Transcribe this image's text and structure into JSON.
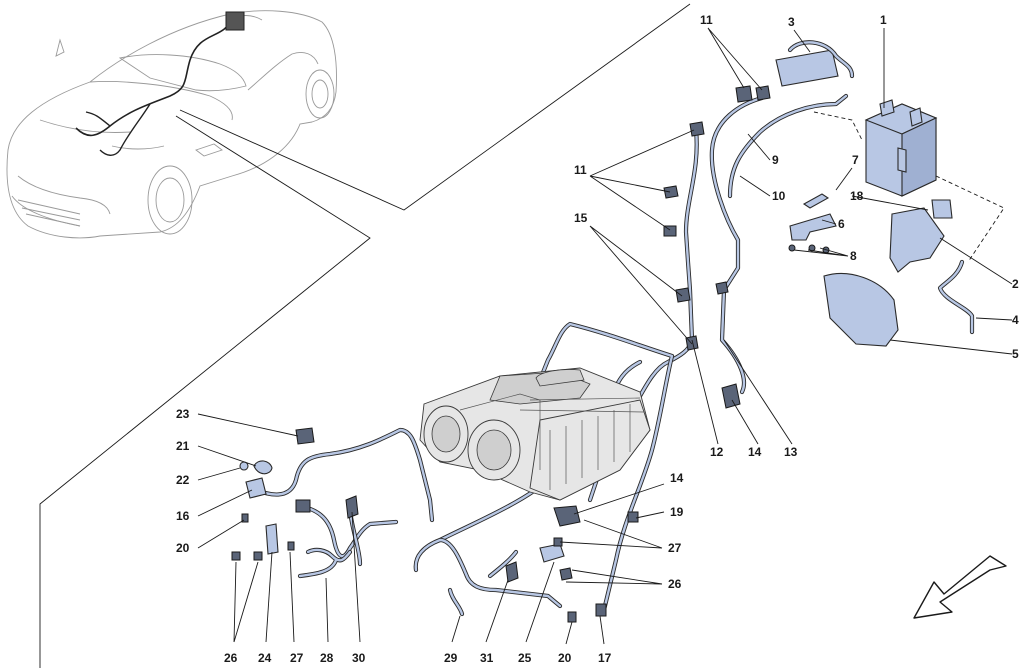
{
  "callouts": {
    "c1": "1",
    "c2": "2",
    "c3": "3",
    "c4": "4",
    "c5": "5",
    "c6": "6",
    "c7": "7",
    "c8": "8",
    "c9": "9",
    "c10": "10",
    "c11a": "11",
    "c11b": "11",
    "c12": "12",
    "c13": "13",
    "c14a": "14",
    "c14b": "14",
    "c15": "15",
    "c16": "16",
    "c17": "17",
    "c18": "18",
    "c19": "19",
    "c20a": "20",
    "c20b": "20",
    "c21": "21",
    "c22": "22",
    "c23": "23",
    "c24": "24",
    "c25": "25",
    "c26a": "26",
    "c26b": "26",
    "c27a": "27",
    "c27b": "27",
    "c28": "28",
    "c29": "29",
    "c30": "30",
    "c31": "31"
  },
  "icons": {
    "direction_arrow": "arrow-down-left-icon"
  },
  "colors": {
    "part_fill": "#b8c7e4",
    "line": "#1a1a1a",
    "car_outline": "#9a9a9a"
  }
}
